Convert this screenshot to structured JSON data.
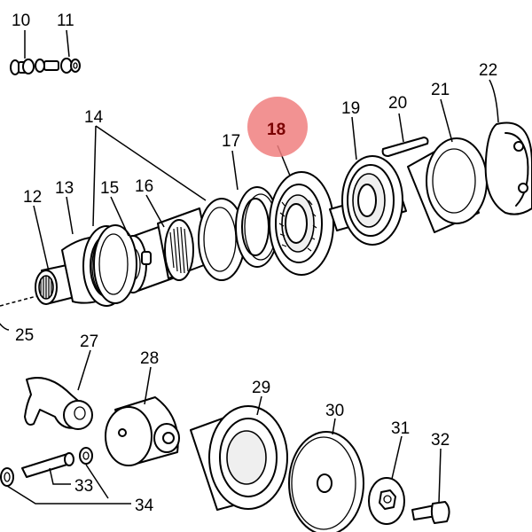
{
  "diagram": {
    "highlight_color": "#f07f7f",
    "labels": [
      {
        "id": "10",
        "text": "10"
      },
      {
        "id": "11",
        "text": "11"
      },
      {
        "id": "12",
        "text": "12"
      },
      {
        "id": "13",
        "text": "13"
      },
      {
        "id": "14",
        "text": "14"
      },
      {
        "id": "15",
        "text": "15"
      },
      {
        "id": "16",
        "text": "16"
      },
      {
        "id": "17",
        "text": "17"
      },
      {
        "id": "18",
        "text": "18",
        "highlighted": true
      },
      {
        "id": "19",
        "text": "19"
      },
      {
        "id": "20",
        "text": "20"
      },
      {
        "id": "21",
        "text": "21"
      },
      {
        "id": "22",
        "text": "22"
      },
      {
        "id": "25",
        "text": "25"
      },
      {
        "id": "27",
        "text": "27"
      },
      {
        "id": "28",
        "text": "28"
      },
      {
        "id": "29",
        "text": "29"
      },
      {
        "id": "30",
        "text": "30"
      },
      {
        "id": "31",
        "text": "31"
      },
      {
        "id": "32",
        "text": "32"
      },
      {
        "id": "33",
        "text": "33"
      },
      {
        "id": "34",
        "text": "34"
      }
    ]
  }
}
